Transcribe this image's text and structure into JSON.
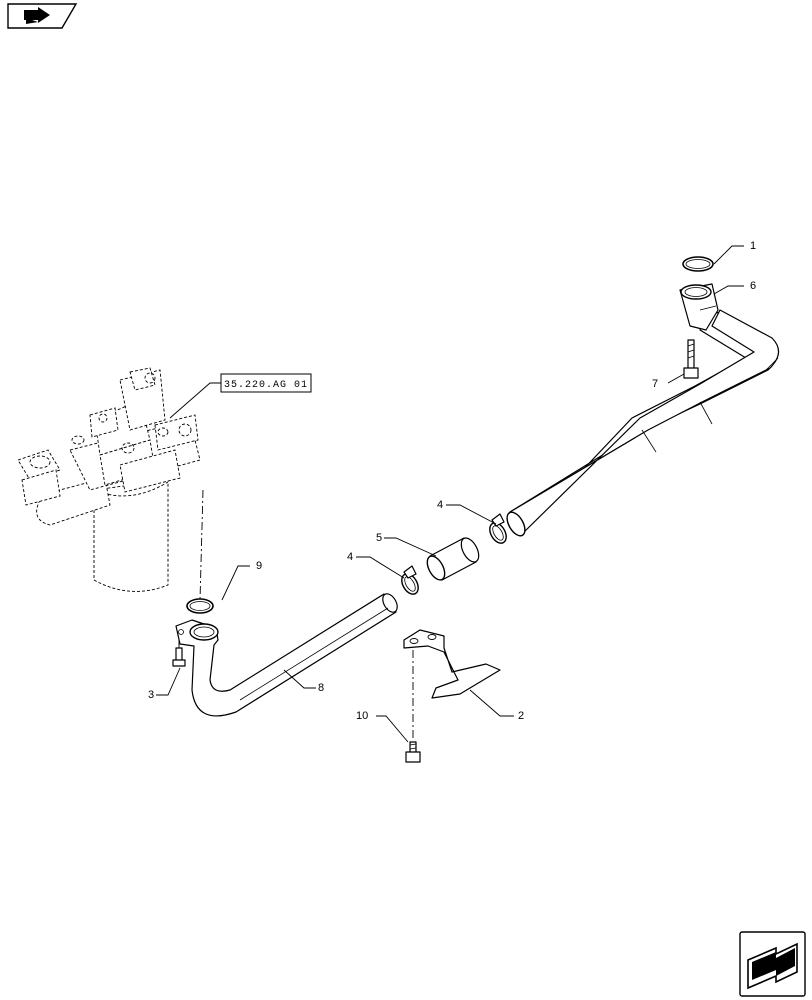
{
  "reference_label": "35.220.AG 01",
  "callouts": {
    "c1": "1",
    "c2": "2",
    "c3": "3",
    "c4a": "4",
    "c4b": "4",
    "c5": "5",
    "c6": "6",
    "c7": "7",
    "c8": "8",
    "c9": "9",
    "c10": "10"
  },
  "icons": {
    "top_left": "view-direction-icon",
    "bottom_right": "next-page-arrow-icon"
  }
}
